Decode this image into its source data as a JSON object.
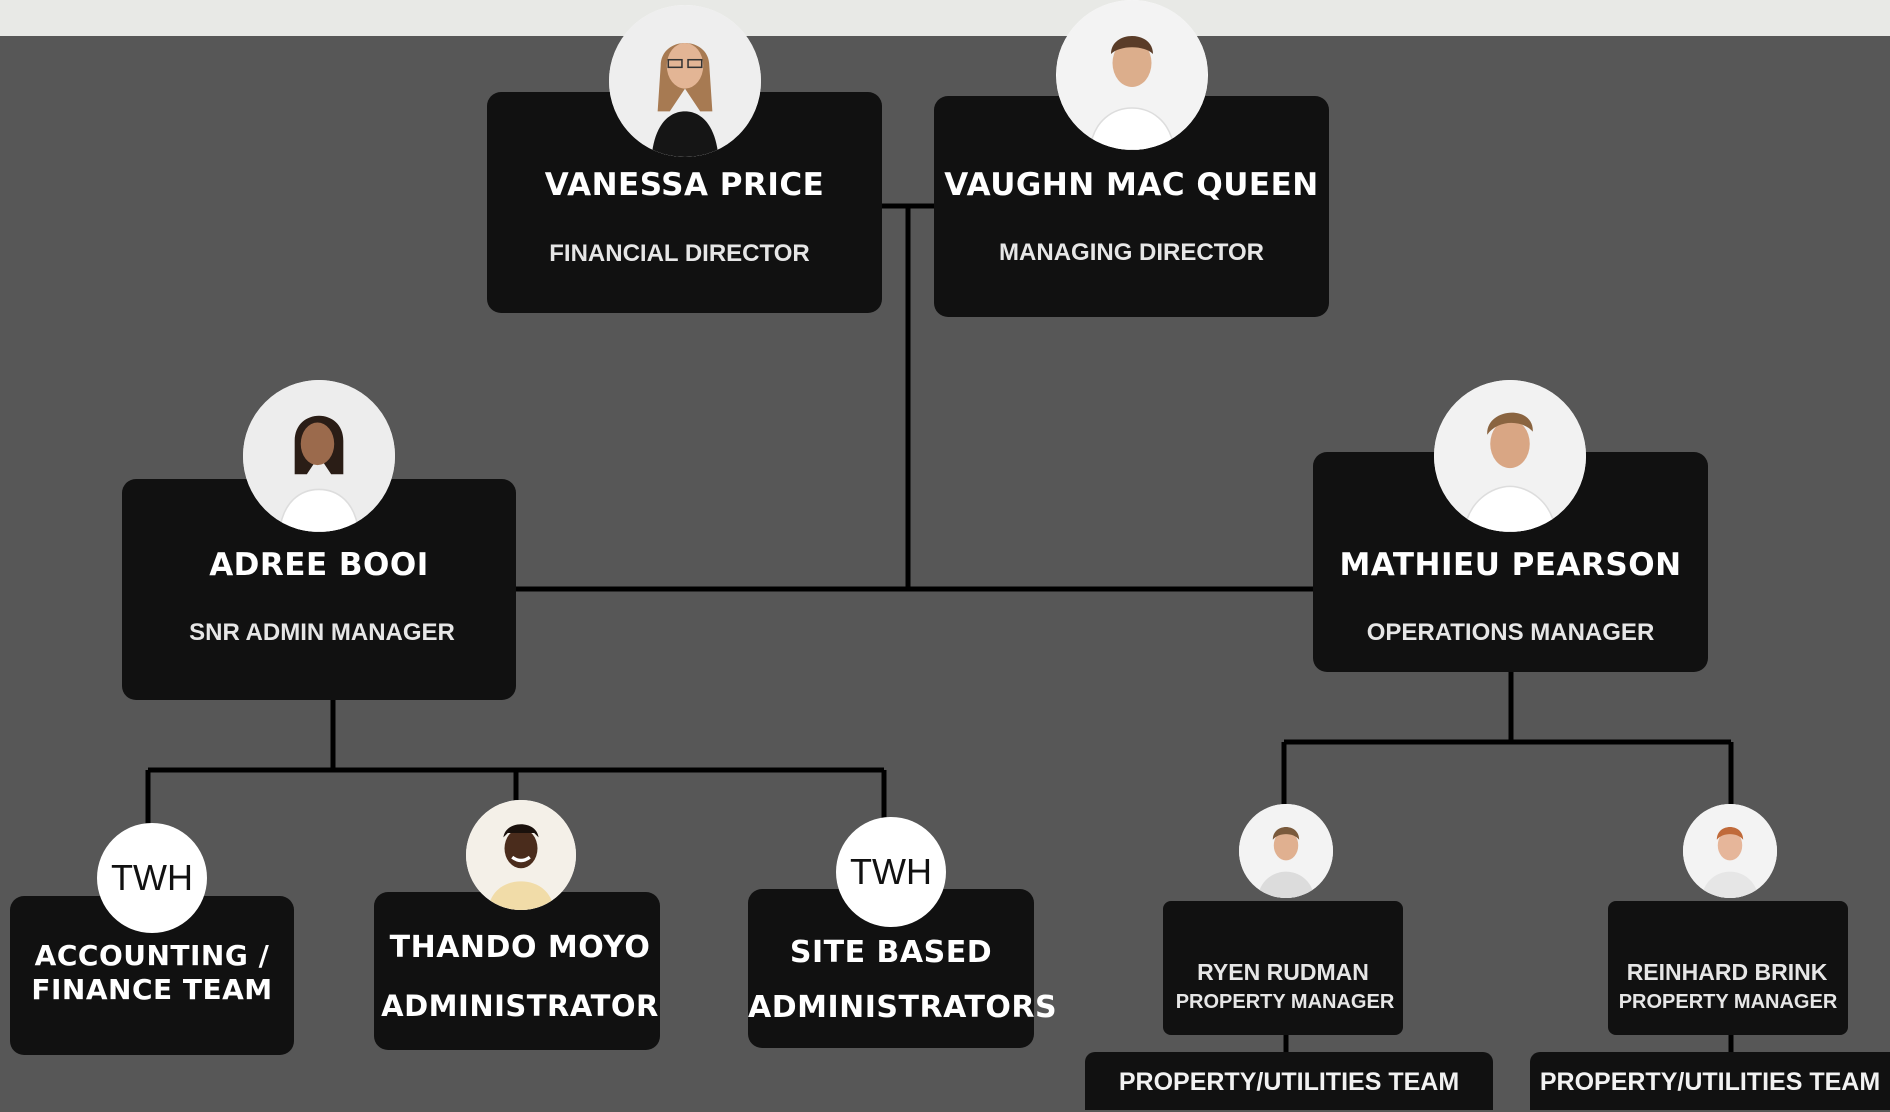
{
  "colors": {
    "background": "#575757",
    "card": "#111111",
    "top_strip": "#e8e9e6",
    "line": "#000000"
  },
  "people": {
    "vanessa": {
      "name": "VANESSA PRICE",
      "role": "FINANCIAL DIRECTOR",
      "photo": "woman-glasses-portrait"
    },
    "vaughn": {
      "name": "VAUGHN MAC QUEEN",
      "role": "MANAGING DIRECTOR",
      "photo": "man-portrait"
    },
    "adree": {
      "name": "ADREE BOOI",
      "role": "SNR ADMIN MANAGER",
      "photo": "woman-portrait"
    },
    "mathieu": {
      "name": "MATHIEU PEARSON",
      "role": "OPERATIONS MANAGER",
      "photo": "man-portrait"
    },
    "accounting": {
      "logo": "TWH",
      "name_line1": "ACCOUNTING /",
      "name_line2": "FINANCE TEAM"
    },
    "thando": {
      "name": "THANDO MOYO",
      "role": "ADMINISTRATOR",
      "photo": "woman-portrait"
    },
    "site": {
      "logo": "TWH",
      "name_line1": "SITE BASED",
      "name_line2": "ADMINISTRATORS"
    },
    "ryen": {
      "name": "RYEN RUDMAN",
      "role": "PROPERTY MANAGER",
      "team": "PROPERTY/UTILITIES TEAM",
      "photo": "man-portrait"
    },
    "reinhard": {
      "name": "REINHARD BRINK",
      "role": "PROPERTY MANAGER",
      "team": "PROPERTY/UTILITIES TEAM",
      "photo": "man-portrait"
    }
  }
}
